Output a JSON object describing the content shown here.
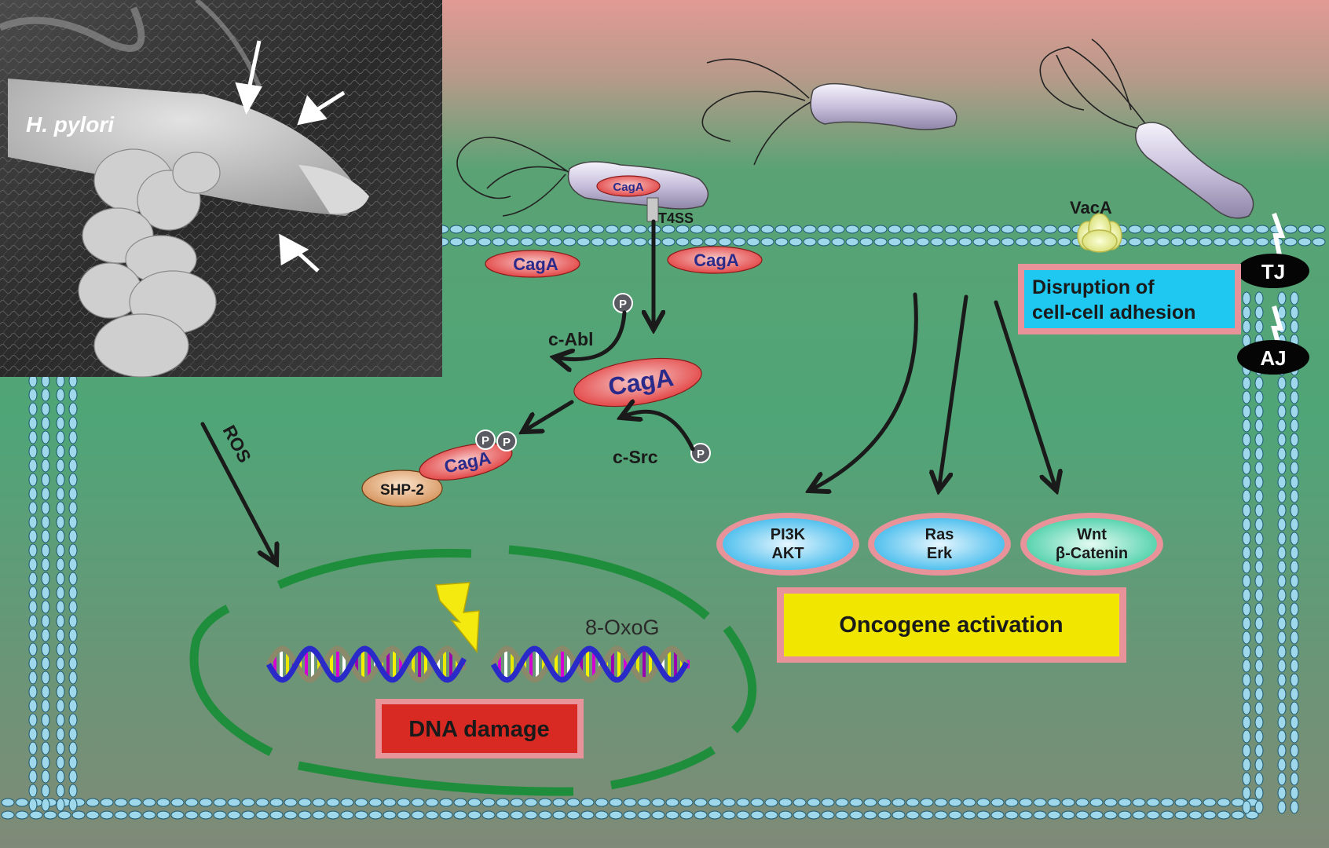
{
  "micrograph": {
    "label": "H. pylori"
  },
  "bacterium": {
    "cagA_inner": "CagA",
    "t4ss": "T4SS"
  },
  "cytoplasm": {
    "caga_left": "CagA",
    "caga_right": "CagA",
    "caga_center": "CagA",
    "caga_shp2": "CagA",
    "shp2": "SHP-2",
    "c_abl": "c-Abl",
    "c_src": "c-Src",
    "phospho": "P",
    "ros": "ROS"
  },
  "membrane": {
    "vaca": "VacA",
    "tj": "TJ",
    "aj": "AJ"
  },
  "boxes": {
    "disruption_line1": "Disruption of",
    "disruption_line2": "cell-cell adhesion",
    "oncogene": "Oncogene activation",
    "dna_damage": "DNA damage"
  },
  "pathways": {
    "pi3k_1": "PI3K",
    "pi3k_2": "AKT",
    "ras_1": "Ras",
    "ras_2": "Erk",
    "wnt_1": "Wnt",
    "wnt_2": "β-Catenin"
  },
  "dna": {
    "lesion": "8-OxoG"
  },
  "colors": {
    "cell_top": "#e29a95",
    "cell_green": "#4ea576",
    "cell_bottom": "#7d8a76",
    "cagA_red": "#e94a4a",
    "arrow": "#1a1a1a",
    "nucleus_green": "#1f8e3c",
    "cyan_box": "#1ec8f0",
    "yellow_box": "#f0e600",
    "red_box": "#d82a22",
    "pink_border": "#e8939a"
  }
}
